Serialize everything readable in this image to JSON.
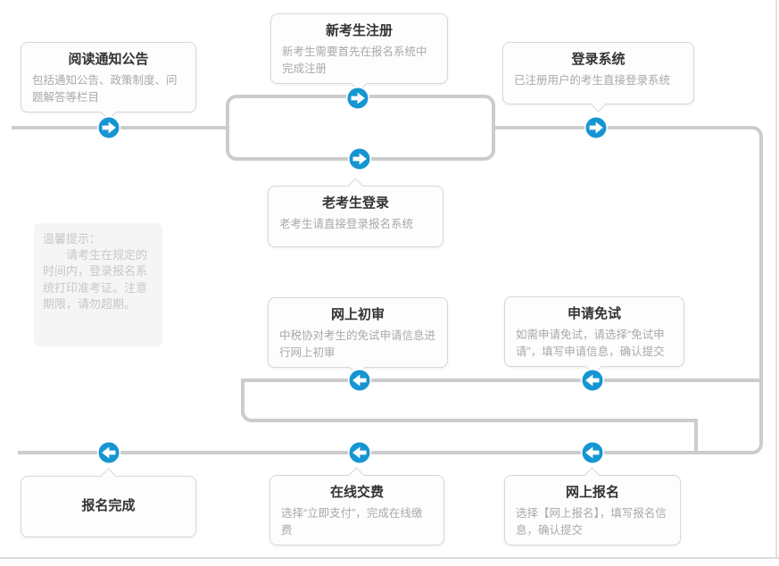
{
  "flowchart": {
    "nodes": [
      {
        "id": "read-notice",
        "title": "阅读通知公告",
        "desc": "包括通知公告、政策制度、问题解答等栏目"
      },
      {
        "id": "new-register",
        "title": "新考生注册",
        "desc": "新考生需要首先在报名系统中完成注册"
      },
      {
        "id": "login-system",
        "title": "登录系统",
        "desc": "已注册用户的考生直接登录系统"
      },
      {
        "id": "old-login",
        "title": "老考生登录",
        "desc": "老考生请直接登录报名系统"
      },
      {
        "id": "online-review",
        "title": "网上初审",
        "desc": "中税协对考生的免试申请信息进行网上初审"
      },
      {
        "id": "apply-exemption",
        "title": "申请免试",
        "desc": "如需申请免试，请选择“免试申请”，填写申请信息，确认提交"
      },
      {
        "id": "signup-complete",
        "title": "报名完成",
        "desc": ""
      },
      {
        "id": "online-payment",
        "title": "在线交费",
        "desc": "选择“立即支付”，完成在线缴费"
      },
      {
        "id": "online-signup",
        "title": "网上报名",
        "desc": "选择【网上报名】，填写报名信息，确认提交"
      }
    ],
    "tip": {
      "heading": "温馨提示：",
      "body": "请考生在规定的时间内，登录报名系统打印准考证。注意期限，请勿超期。"
    },
    "icons": {
      "forward": "arrow-right-circle-icon",
      "backward": "arrow-left-circle-icon"
    },
    "colors": {
      "arrow_blue": "#1596d3",
      "line_gray": "#cccccc",
      "title_text": "#333333",
      "desc_text": "#a9a9a9",
      "tip_text": "#c8c8c8",
      "tip_bg": "#f5f5f5",
      "box_border": "#d8d8d8"
    }
  }
}
